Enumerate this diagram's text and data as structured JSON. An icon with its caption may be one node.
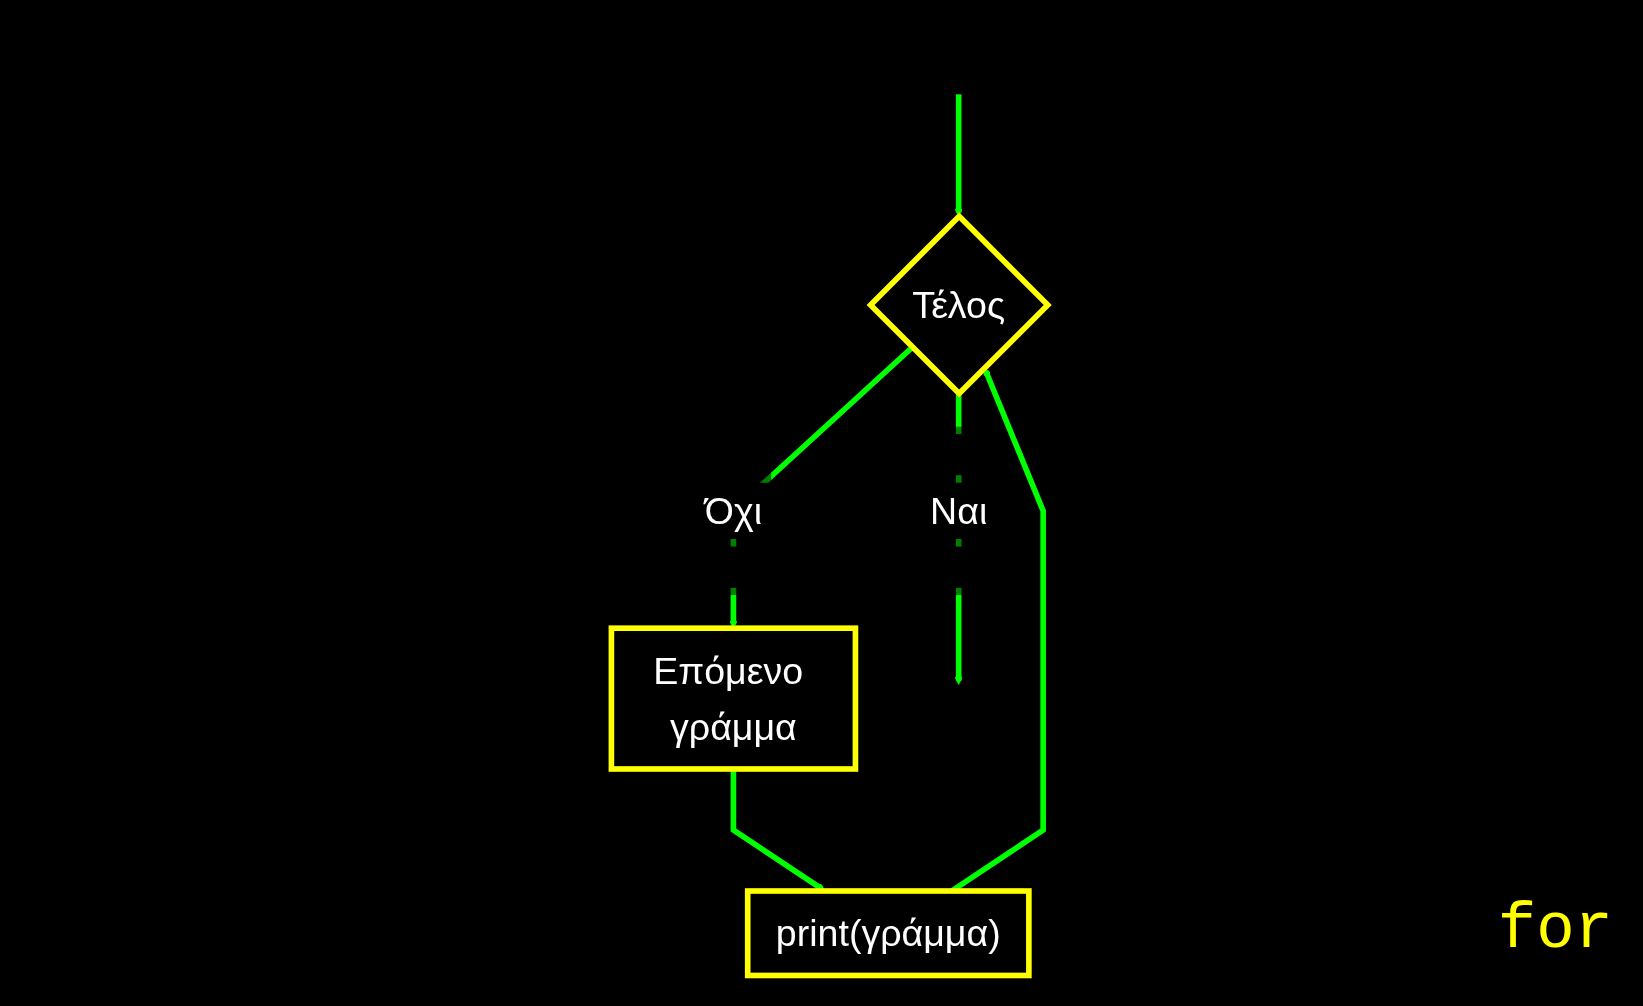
{
  "diagram": {
    "nodes": [
      {
        "text": [
          "Τέλος"
        ]
      },
      {
        "text": [
          "Επόμενο γράμμα"
        ]
      },
      {
        "text": [
          "print(γράμμα)"
        ]
      }
    ],
    "edges": [
      {
        "from": null,
        "to": 0,
        "arrow": "to"
      },
      {
        "from": 0,
        "to": 1,
        "label": "Όχι",
        "arrow": "to"
      },
      {
        "from": 1,
        "to": 2,
        "arrow": "to"
      },
      {
        "from": 2,
        "to": 0,
        "arrow": "to"
      },
      {
        "from": 0,
        "to": null,
        "label": "Ναι",
        "arrow": "to"
      }
    ],
    "labels": [
      "for"
    ]
  }
}
